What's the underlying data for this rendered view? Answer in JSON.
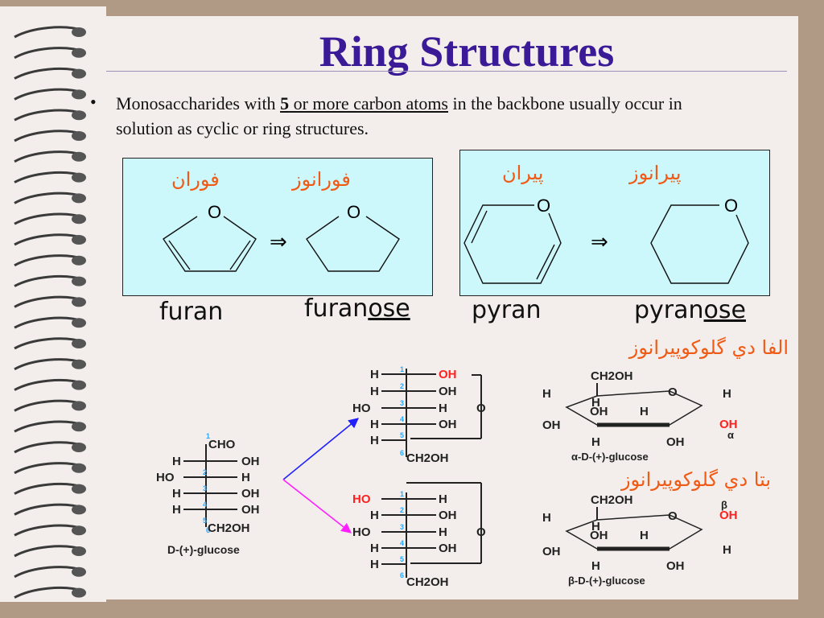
{
  "slide": {
    "title": "Ring Structures",
    "bullet_pre": "Monosaccharides with ",
    "bullet_num": "5",
    "bullet_link": " or more carbon atoms",
    "bullet_post": " in the backbone usually occur in solution as cyclic or ring structures."
  },
  "furan_box": {
    "urdu_left": "فوران",
    "urdu_right": "فورانوز",
    "oxygen_left": "O",
    "oxygen_right": "O",
    "arrow": "⇒"
  },
  "pyran_box": {
    "urdu_left": "پيران",
    "urdu_right": "پيرانوز",
    "oxygen_left": "O",
    "oxygen_right": "O",
    "arrow": "⇒"
  },
  "labels": {
    "furan": "furan",
    "furanose_stem": "furan",
    "furanose_suffix": "ose",
    "pyran": "pyran",
    "pyranose_stem": "pyran",
    "pyranose_suffix": "ose",
    "alpha_urdu": "الفا دي گلوکوپيرانوز",
    "beta_urdu": "بتا دي گلوکوپيرانوز"
  },
  "fischer": {
    "numbers": [
      "1",
      "2",
      "3",
      "4",
      "5",
      "6"
    ],
    "cho": "CHO",
    "ch2oh": "CH2OH",
    "h": "H",
    "oh": "OH",
    "ho": "HO",
    "o": "O",
    "caption": "D-(+)-glucose"
  },
  "haworth": {
    "ch2oh": "CH2OH",
    "h": "H",
    "oh": "OH",
    "o": "O",
    "alpha_symbol": "α",
    "beta_symbol": "β",
    "alpha_caption": "α-D-(+)-glucose",
    "beta_caption": "β-D-(+)-glucose"
  },
  "colors": {
    "title": "#3a1a96",
    "urdu": "#f05a14",
    "box_fill": "#ccf7fb",
    "red_group": "#ff2020",
    "arrow_blue": "#2020ff",
    "arrow_magenta": "#ff20ff",
    "carbon_number": "#2aa8ff"
  }
}
